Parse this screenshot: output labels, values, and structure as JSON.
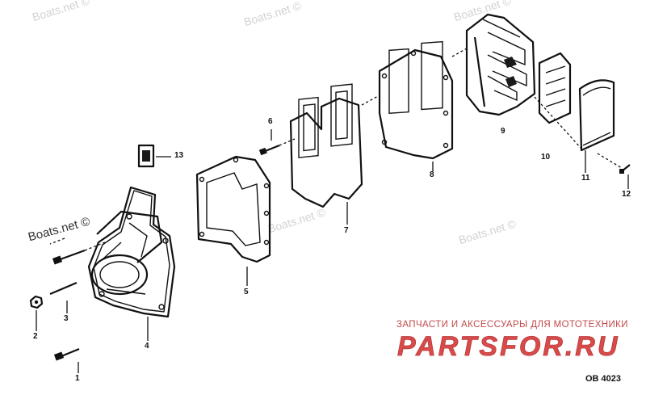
{
  "watermarks": [
    "Boats.net ©",
    "Boats.net ©",
    "Boats.net ©",
    "Boats.net ©",
    "Boats.net ©",
    "Boats.net ©"
  ],
  "callouts": [
    "1",
    "2",
    "3",
    "4",
    "5",
    "6",
    "7",
    "8",
    "9",
    "10",
    "11",
    "12",
    "13"
  ],
  "brand_caption": "ЗАПЧАСТИ И АКСЕССУАРЫ ДЛЯ МОТОТЕХНИКИ",
  "brand_logo_text": "PARTSFOR.RU",
  "drawing_code": "OB 4023",
  "colors": {
    "line": "#111111",
    "watermark": "#d2d2d2",
    "brand": "#d84b4b"
  }
}
